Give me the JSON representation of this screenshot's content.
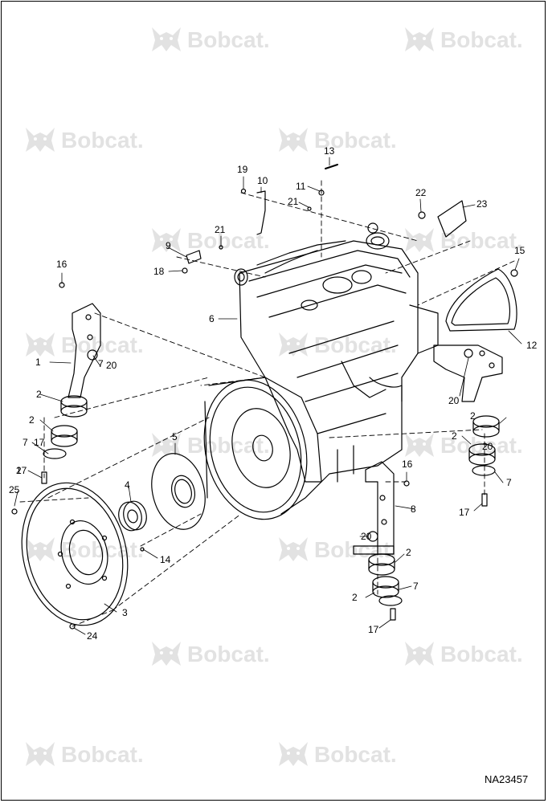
{
  "watermark": {
    "brand": "Bobcat",
    "logo_icon": "bobcat-logo-icon",
    "color": "#e2e2e2"
  },
  "drawing_code": "NA23457",
  "callouts": [
    "1",
    "2",
    "2",
    "2",
    "2",
    "2",
    "2",
    "2",
    "3",
    "4",
    "5",
    "6",
    "7",
    "7",
    "7",
    "7",
    "8",
    "9",
    "10",
    "11",
    "12",
    "13",
    "14",
    "15",
    "16",
    "16",
    "17",
    "17",
    "17",
    "17",
    "18",
    "19",
    "20",
    "20",
    "20",
    "20",
    "21",
    "21",
    "22",
    "23",
    "24",
    "25"
  ]
}
